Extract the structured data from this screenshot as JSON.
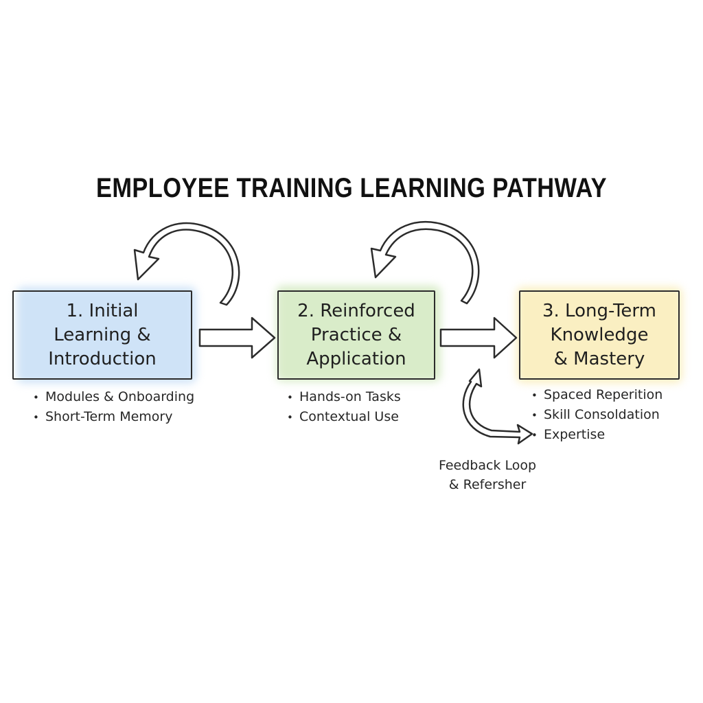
{
  "title": "EMPLOYEE TRAINING LEARNING PATHWAY",
  "stages": [
    {
      "lines": [
        "1. Initial",
        "Learning &",
        "Introduction"
      ],
      "bullets": [
        "Modules & Onboarding",
        "Short-Term Memory"
      ],
      "color": "#cfe3f7"
    },
    {
      "lines": [
        "2. Reinforced",
        "Practice &",
        "Application"
      ],
      "bullets": [
        "Hands-on Tasks",
        "Contextual Use"
      ],
      "color": "#d9ecc9"
    },
    {
      "lines": [
        "3. Long-Term",
        "Knowledge",
        "& Mastery"
      ],
      "bullets": [
        "Spaced Reperition",
        "Skill Consoldation",
        "Expertise"
      ],
      "color": "#faefc2"
    }
  ],
  "feedback": {
    "lines": [
      "Feedback Loop",
      "& Refersher"
    ]
  },
  "colors": {
    "stroke": "#2b2b2b",
    "text": "#1f1f1f"
  }
}
